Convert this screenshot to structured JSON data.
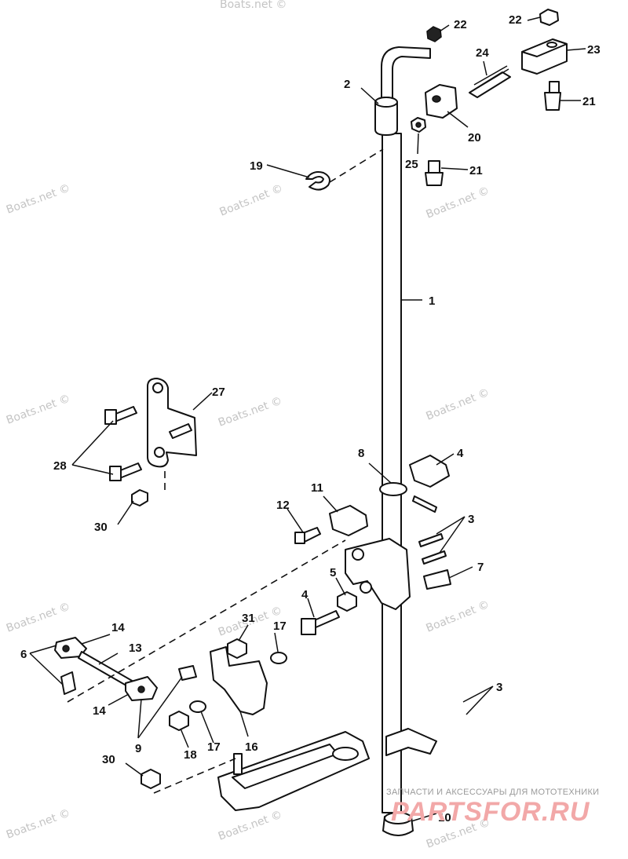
{
  "watermark": "Boats.net ©",
  "brand": {
    "tagline": "ЗАПЧАСТИ И АКСЕССУАРЫ ДЛЯ МОТОТЕХНИКИ",
    "logo_text": "PARTSFOR.RU"
  },
  "callouts": {
    "c1": "1",
    "c2": "2",
    "c3a": "3",
    "c3b": "3",
    "c4a": "4",
    "c4b": "4",
    "c5": "5",
    "c6": "6",
    "c7": "7",
    "c8": "8",
    "c9": "9",
    "c10": "10",
    "c11": "11",
    "c12": "12",
    "c13": "13",
    "c14a": "14",
    "c14b": "14",
    "c16": "16",
    "c17a": "17",
    "c17b": "17",
    "c18": "18",
    "c19": "19",
    "c20": "20",
    "c21a": "21",
    "c21b": "21",
    "c22a": "22",
    "c22b": "22",
    "c23": "23",
    "c24": "24",
    "c25": "25",
    "c27": "27",
    "c28": "28",
    "c30a": "30",
    "c30b": "30",
    "c31": "31"
  }
}
